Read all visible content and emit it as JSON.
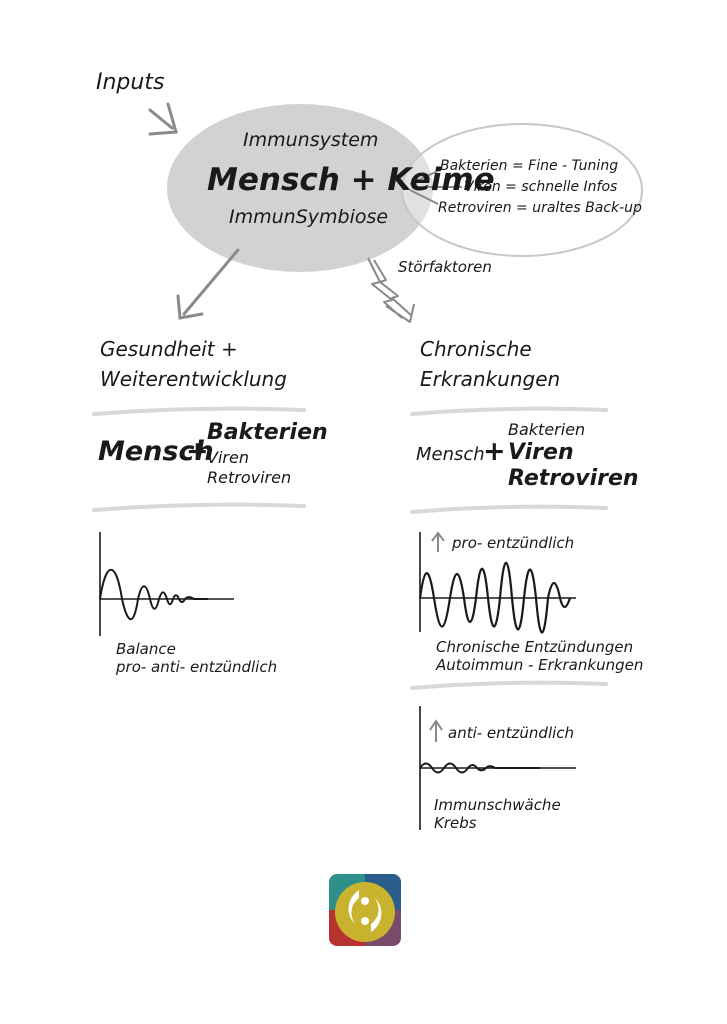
{
  "inputs": "Inputs",
  "center": {
    "title": "Immunsystem",
    "main": "Mensch + Keime",
    "subtitle": "ImmunSymbiose"
  },
  "details": [
    "Bakterien = Fine - Tuning",
    "Viren = schnelle Infos",
    "Retroviren = uraltes Back-up"
  ],
  "stoerfaktoren": "Störfaktoren",
  "left": {
    "heading": [
      "Gesundheit +",
      "Weiterentwicklung"
    ],
    "mensch": "Mensch",
    "plus": "+",
    "bakterien": "Bakterien",
    "viren": "Viren",
    "retroviren": "Retroviren",
    "caption": [
      "Balance",
      "pro- anti- entzündlich"
    ]
  },
  "right": {
    "heading": [
      "Chronische",
      "Erkrankungen"
    ],
    "mensch": "Mensch",
    "plus": "+",
    "bakterien": "Bakterien",
    "viren": "Viren",
    "retroviren": "Retroviren",
    "pro_label": "pro- entzündlich",
    "pro_caption": [
      "Chronische Entzündungen",
      "Autoimmun - Erkrankungen"
    ],
    "anti_label": "anti- entzündlich",
    "anti_caption": [
      "Immunschwäche",
      "Krebs"
    ]
  },
  "colors": {
    "ellipse_fill": "#d2d2d2",
    "lines": "#1a1a1a",
    "arrow_gray": "#8a8a8a",
    "divider": "#d8d8d8",
    "logo_teal": "#2f8f8a",
    "logo_blue": "#2b5d8c",
    "logo_red": "#b8322f",
    "logo_yellow": "#c9b22e"
  }
}
